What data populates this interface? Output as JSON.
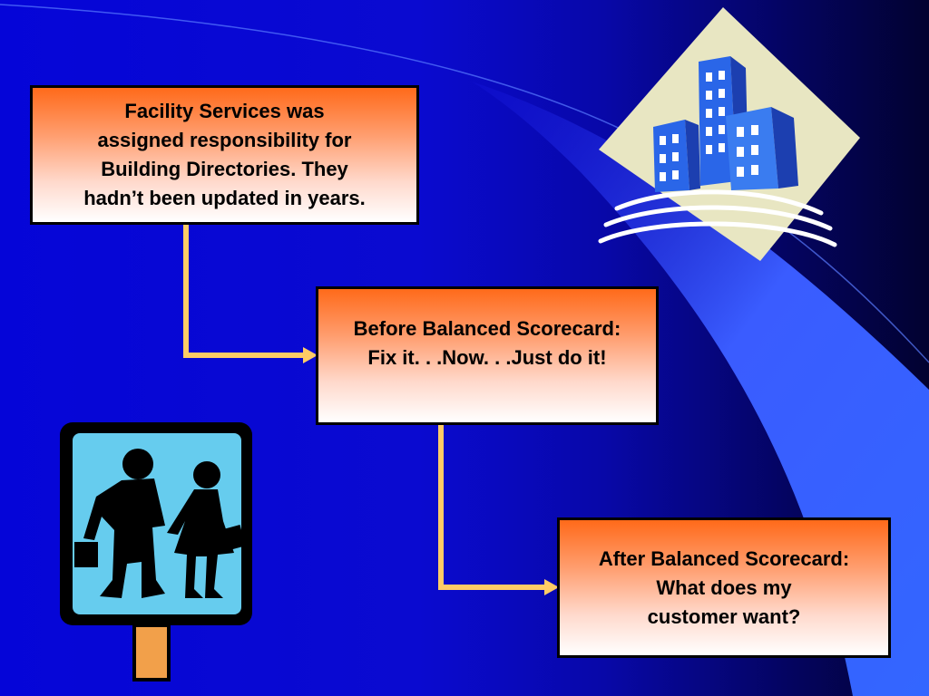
{
  "slide": {
    "background_color": "#0a0ad0",
    "box_gradient_top": "#ff6a1a",
    "connector_color": "#ffcc66"
  },
  "boxes": [
    {
      "id": "box1",
      "text": "Facility Services was\nassigned responsibility for\nBuilding Directories. They\nhadn’t been updated in years."
    },
    {
      "id": "box2",
      "text": "Before Balanced Scorecard:\nFix it. . .Now. . .Just do it!"
    },
    {
      "id": "box3",
      "text": "After Balanced Scorecard:\nWhat does my\ncustomer want?"
    }
  ],
  "clipart": {
    "buildings": "office-buildings-icon",
    "school_sign": "school-crossing-sign-icon"
  }
}
